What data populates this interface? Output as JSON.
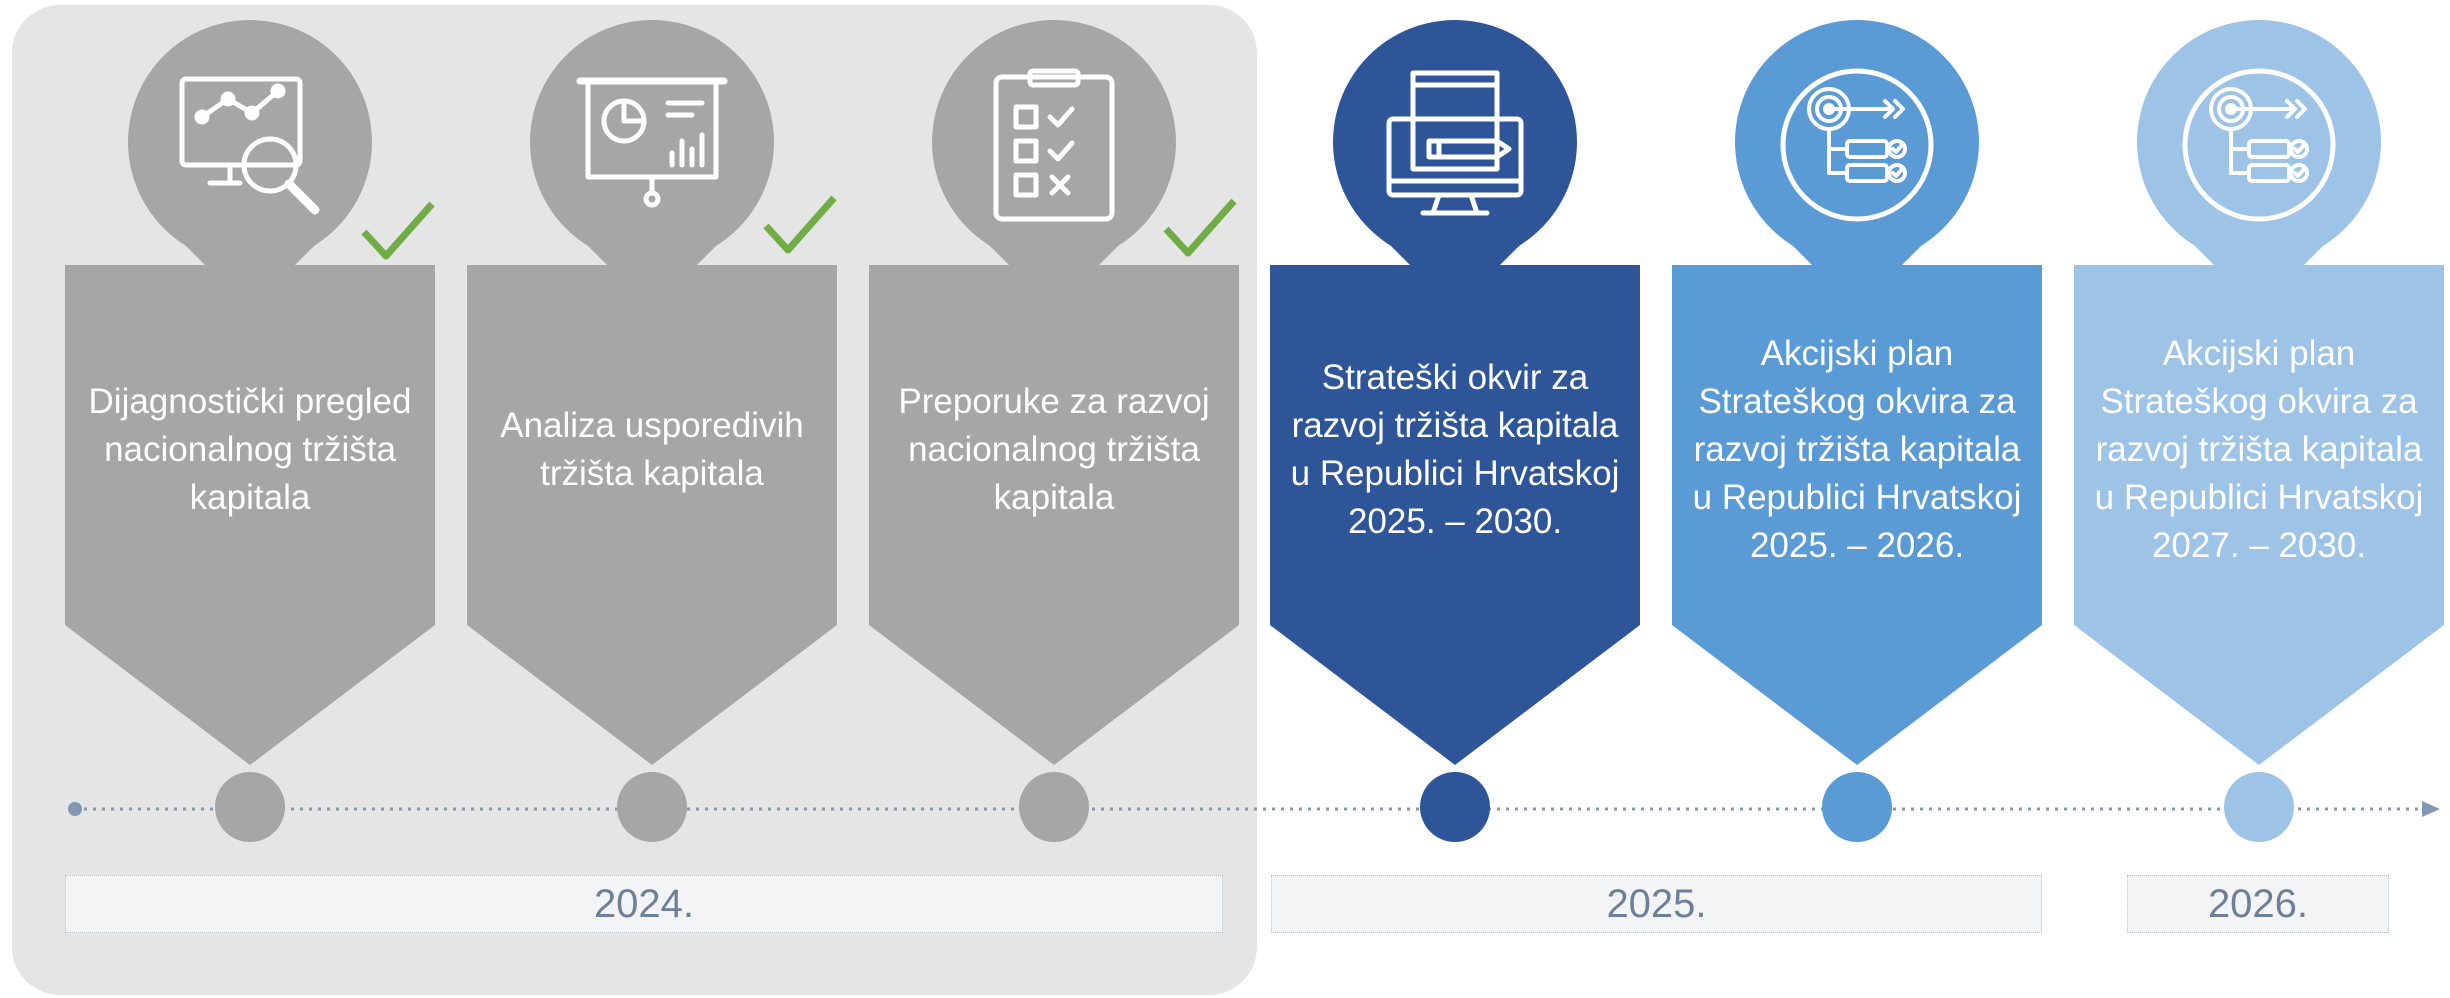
{
  "steps": [
    {
      "label": "Dijagnostički pregled\nnacionalnog tržišta\nkapitala",
      "color": "#a6a6a6",
      "icon": "analytics-magnifier-icon",
      "completed": true
    },
    {
      "label": "Analiza usporedivih\ntržišta kapitala",
      "color": "#a6a6a6",
      "icon": "presentation-board-icon",
      "completed": true
    },
    {
      "label": "Preporuke za razvoj\nnacionalnog tržišta\nkapitala",
      "color": "#a6a6a6",
      "icon": "checklist-clipboard-icon",
      "completed": true
    },
    {
      "label": "Strateški okvir za\nrazvoj tržišta kapitala\nu Republici Hrvatskoj\n2025. – 2030.",
      "color": "#2e5597",
      "icon": "document-monitor-icon",
      "completed": false
    },
    {
      "label": "Akcijski plan\nStrateškog okvira za\nrazvoj tržišta kapitala\nu Republici Hrvatskoj\n2025. – 2026.",
      "color": "#5b9bd5",
      "icon": "target-plan-icon",
      "completed": false
    },
    {
      "label": "Akcijski plan\nStrateškog okvira za\nrazvoj tržišta kapitala\nu Republici Hrvatskoj\n2027. – 2030.",
      "color": "#9dc3e6",
      "icon": "target-plan-icon",
      "completed": false
    }
  ],
  "years": [
    "2024.",
    "2025.",
    "2026."
  ],
  "colors": {
    "check": "#70ad47",
    "timeline": "#8497b0",
    "panel": "#e5e5e5",
    "year_text": "#6d7f99"
  }
}
